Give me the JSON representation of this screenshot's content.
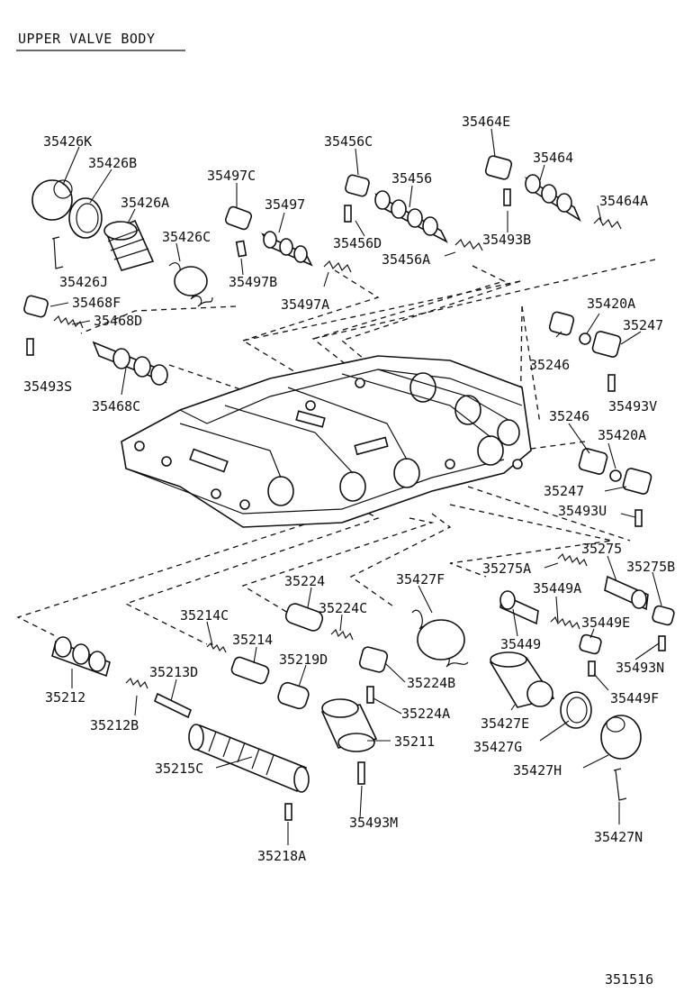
{
  "title": "UPPER VALVE BODY",
  "figure_number": "351516",
  "parts": {
    "p35426K": "35426K",
    "p35426B": "35426B",
    "p35426A": "35426A",
    "p35426C": "35426C",
    "p35426J": "35426J",
    "p35497C": "35497C",
    "p35497": "35497",
    "p35497B": "35497B",
    "p35497A": "35497A",
    "p35456C": "35456C",
    "p35456": "35456",
    "p35456D": "35456D",
    "p35456A": "35456A",
    "p35464E": "35464E",
    "p35464": "35464",
    "p35493B": "35493B",
    "p35464A": "35464A",
    "p35468F": "35468F",
    "p35468D": "35468D",
    "p35493S": "35493S",
    "p35468C": "35468C",
    "p35420A_1": "35420A",
    "p35247_1": "35247",
    "p35246_1": "35246",
    "p35493V": "35493V",
    "p35246_2": "35246",
    "p35420A_2": "35420A",
    "p35247_2": "35247",
    "p35493U": "35493U",
    "p35275": "35275",
    "p35275A": "35275A",
    "p35275B": "35275B",
    "p35449A": "35449A",
    "p35449E": "35449E",
    "p35449": "35449",
    "p35493N": "35493N",
    "p35449F": "35449F",
    "p35427E": "35427E",
    "p35427G": "35427G",
    "p35427H": "35427H",
    "p35427N": "35427N",
    "p35427F": "35427F",
    "p35224": "35224",
    "p35224C": "35224C",
    "p35224B": "35224B",
    "p35224A": "35224A",
    "p35211": "35211",
    "p35493M": "35493M",
    "p35219D": "35219D",
    "p35214": "35214",
    "p35214C": "35214C",
    "p35213D": "35213D",
    "p35212": "35212",
    "p35212B": "35212B",
    "p35215C": "35215C",
    "p35218A": "35218A"
  }
}
